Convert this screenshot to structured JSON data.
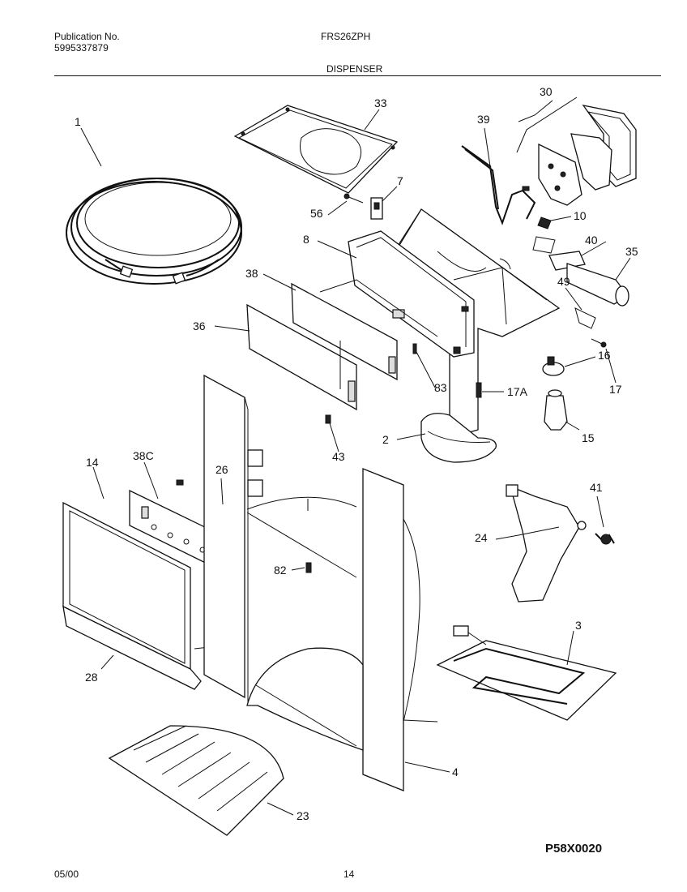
{
  "header": {
    "publication_label": "Publication No.",
    "publication_number": "5995337879",
    "model": "FRS26ZPH",
    "section": "DISPENSER"
  },
  "callouts": [
    {
      "id": "c1",
      "label": "1"
    },
    {
      "id": "c33",
      "label": "33"
    },
    {
      "id": "c39",
      "label": "39"
    },
    {
      "id": "c30",
      "label": "30"
    },
    {
      "id": "c7",
      "label": "7"
    },
    {
      "id": "c56",
      "label": "56"
    },
    {
      "id": "c10",
      "label": "10"
    },
    {
      "id": "c8",
      "label": "8"
    },
    {
      "id": "c40",
      "label": "40"
    },
    {
      "id": "c35",
      "label": "35"
    },
    {
      "id": "c38",
      "label": "38"
    },
    {
      "id": "c49",
      "label": "49"
    },
    {
      "id": "c36",
      "label": "36"
    },
    {
      "id": "c16",
      "label": "16"
    },
    {
      "id": "c17",
      "label": "17"
    },
    {
      "id": "c83",
      "label": "83"
    },
    {
      "id": "c17a",
      "label": "17A"
    },
    {
      "id": "c15",
      "label": "15"
    },
    {
      "id": "c2",
      "label": "2"
    },
    {
      "id": "c43",
      "label": "43"
    },
    {
      "id": "c14",
      "label": "14"
    },
    {
      "id": "c38c",
      "label": "38C"
    },
    {
      "id": "c26",
      "label": "26"
    },
    {
      "id": "c41",
      "label": "41"
    },
    {
      "id": "c24",
      "label": "24"
    },
    {
      "id": "c82",
      "label": "82"
    },
    {
      "id": "c3",
      "label": "3"
    },
    {
      "id": "c28",
      "label": "28"
    },
    {
      "id": "c4",
      "label": "4"
    },
    {
      "id": "c23",
      "label": "23"
    }
  ],
  "drawing_number": "P58X0020",
  "footer": {
    "date": "05/00",
    "page": "14"
  }
}
